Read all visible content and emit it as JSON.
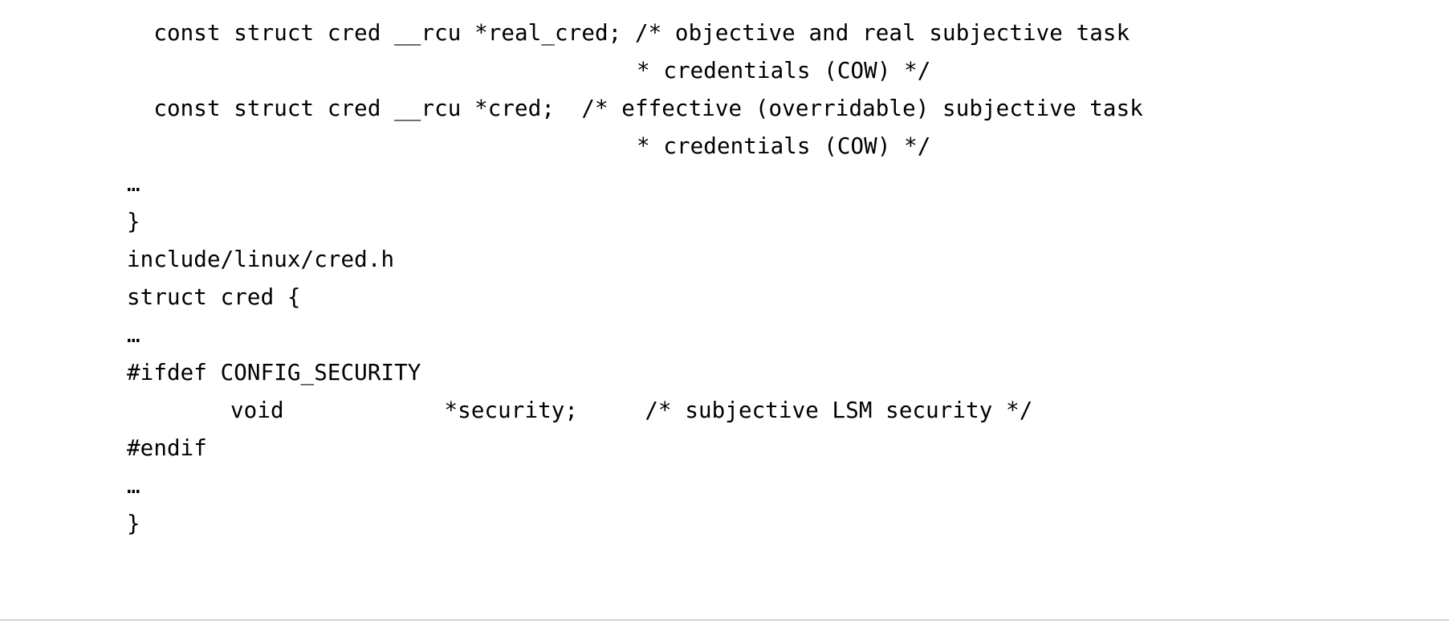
{
  "document": {
    "kind": "source-code-excerpt",
    "background_color": "#ffffff",
    "text_color": "#000000",
    "rule_color": "#d0d0d0",
    "lines": [
      {
        "id": "line-real-cred",
        "indent": "base",
        "text": "  const struct cred __rcu *real_cred; /* objective and real subjective task"
      },
      {
        "id": "line-real-cred-cont",
        "indent": "cont",
        "text": "* credentials (COW) */"
      },
      {
        "id": "line-cred",
        "indent": "base",
        "text": "  const struct cred __rcu *cred;  /* effective (overridable) subjective task"
      },
      {
        "id": "line-cred-cont",
        "indent": "cont",
        "text": "* credentials (COW) */"
      },
      {
        "id": "line-elide-1",
        "indent": "base",
        "text": "…"
      },
      {
        "id": "line-close-brace-1",
        "indent": "base",
        "text": "}"
      },
      {
        "id": "line-header-path",
        "indent": "base",
        "text": "include/linux/cred.h"
      },
      {
        "id": "line-struct-cred",
        "indent": "base",
        "text": "struct cred {"
      },
      {
        "id": "line-elide-2",
        "indent": "base",
        "text": "…"
      },
      {
        "id": "line-ifdef",
        "indent": "base",
        "text": "#ifdef CONFIG_SECURITY"
      },
      {
        "id": "line-security-member",
        "indent": "indent2",
        "text": "void            *security;     /* subjective LSM security */"
      },
      {
        "id": "line-endif",
        "indent": "base",
        "text": "#endif"
      },
      {
        "id": "line-elide-3",
        "indent": "base",
        "text": "…"
      },
      {
        "id": "line-close-brace-2",
        "indent": "base",
        "text": "}"
      }
    ]
  }
}
